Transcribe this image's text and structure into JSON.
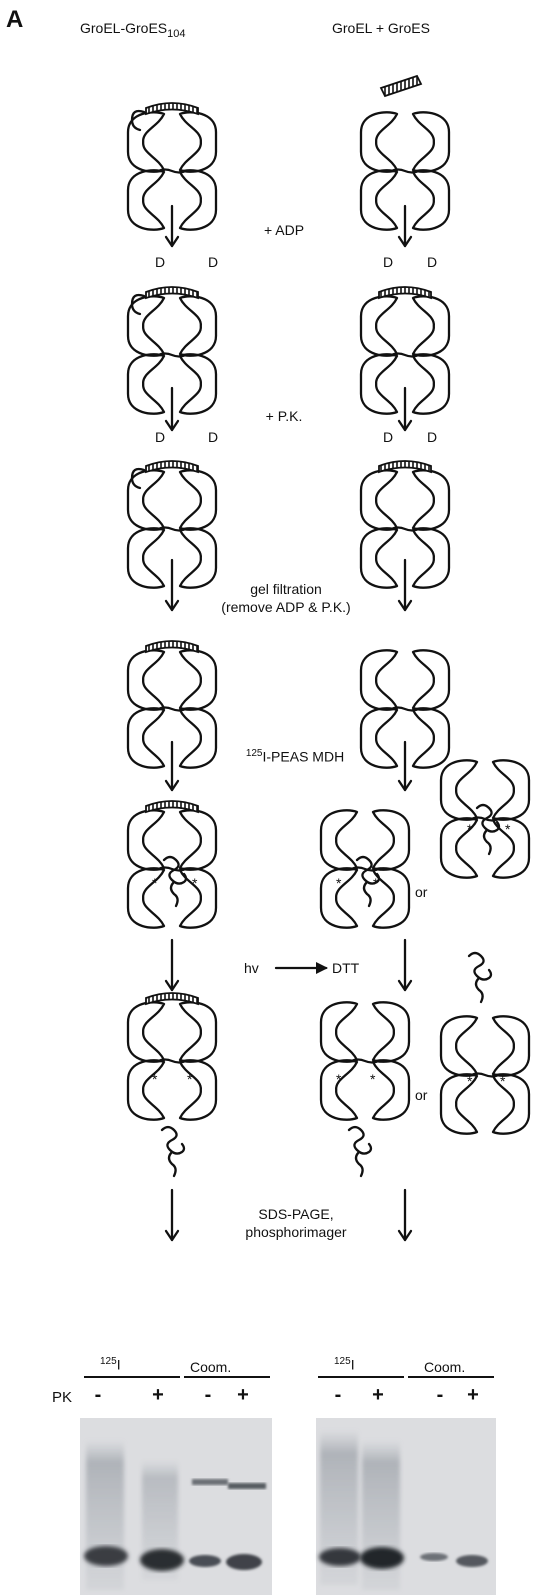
{
  "panel_label": "A",
  "columns": {
    "left_title_main": "GroEL-GroES",
    "left_title_sub": "104",
    "right_title": "GroEL + GroES"
  },
  "steps": {
    "s1": "+ ADP",
    "s2": "+ P.K.",
    "s3_line1": "gel filtration",
    "s3_line2": "(remove ADP & P.K.)",
    "s4_sup": "125",
    "s4_text": "I-PEAS MDH",
    "s5_left": "hv",
    "s5_right": "DTT",
    "s6_line1": "SDS-PAGE,",
    "s6_line2": "phosphorimager"
  },
  "or_label": "or",
  "nucleotide_label": "D",
  "substrate_mark": "*",
  "gel": {
    "row_label": "PK",
    "iodine_sup": "125",
    "iodine_text": "I",
    "coom": "Coom.",
    "minus": "-",
    "plus": "+"
  }
}
